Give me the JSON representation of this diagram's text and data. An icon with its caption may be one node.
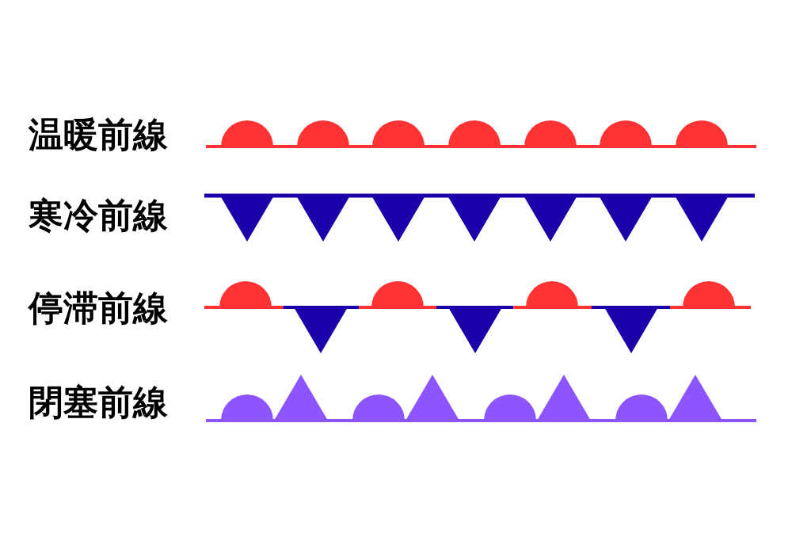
{
  "diagram": {
    "legend": [
      {
        "text": "温暖前線"
      },
      {
        "text": "寒冷前線"
      },
      {
        "text": "停滞前線"
      },
      {
        "text": "閉塞前線"
      }
    ]
  }
}
